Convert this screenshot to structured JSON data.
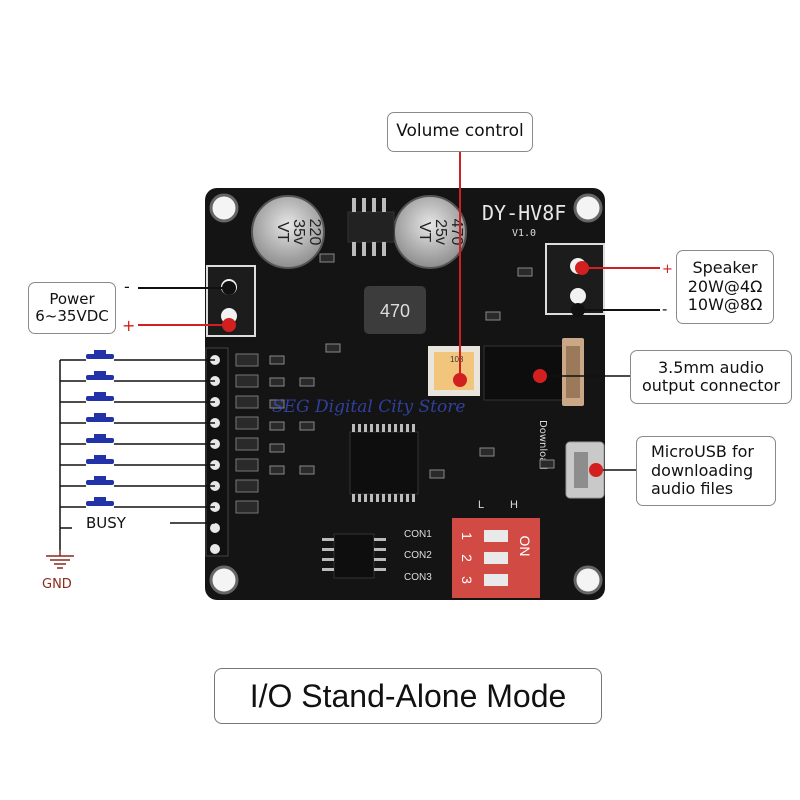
{
  "board": {
    "model": "DY-HV8F",
    "version": "V1.0",
    "cap_left": [
      "220",
      "35v",
      "VT"
    ],
    "cap_right": [
      "470",
      "25v",
      "VT"
    ],
    "inductor": "470",
    "pot_label": "103",
    "download_label": "Download",
    "con_labels": [
      "CON1",
      "CON2",
      "CON3"
    ],
    "dip_on": "ON",
    "dip_numbers": [
      "1",
      "2",
      "3"
    ],
    "jumper_labels": [
      "L",
      "H"
    ]
  },
  "watermark": "SEG Digital City Store",
  "labels": {
    "volume": "Volume control",
    "power_line1": "Power",
    "power_line2": "6~35VDC",
    "speaker_line1": "Speaker",
    "speaker_line2": "20W@4Ω",
    "speaker_line3": "10W@8Ω",
    "audio_line1": "3.5mm audio",
    "audio_line2": "output connector",
    "usb_line1": "MicroUSB for",
    "usb_line2": "downloading",
    "usb_line3": "audio files",
    "busy": "BUSY",
    "gnd": "GND",
    "minus": "-",
    "plus": "+"
  },
  "mode_title": "I/O Stand-Alone Mode",
  "colors": {
    "board": "#141414",
    "accent_red": "#d22020",
    "button_blue": "#2233aa",
    "gnd_red": "#8b2a1a",
    "dip_red": "#d24a44"
  }
}
